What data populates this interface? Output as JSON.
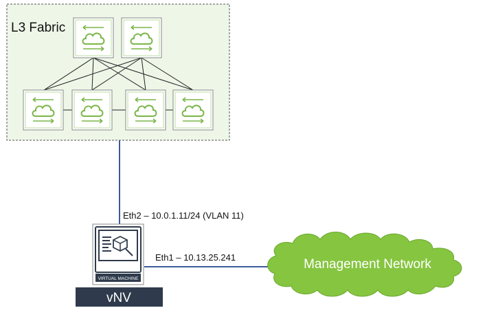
{
  "fabric": {
    "title": "L3 Fabric",
    "spine_count": 2,
    "leaf_count": 4
  },
  "vm": {
    "badge": "VIRTUAL MACHINE",
    "name": "vNV"
  },
  "links": {
    "eth2": "Eth2 – 10.0.1.11/24 (VLAN 11)",
    "eth1": "Eth1 – 10.13.25.241"
  },
  "cloud": {
    "label": "Management Network"
  },
  "colors": {
    "fabric_fill": "#eef6e8",
    "fabric_border": "#555555",
    "switch_icon": "#7ab648",
    "link": "#3b5b9a",
    "vm_dark": "#2f3b4c",
    "vm_label_bg": "#2f3b4c",
    "cloud_fill": "#86c540"
  },
  "icons": {
    "switch": "cloud-switch-icon",
    "vm": "virtual-machine-icon"
  }
}
